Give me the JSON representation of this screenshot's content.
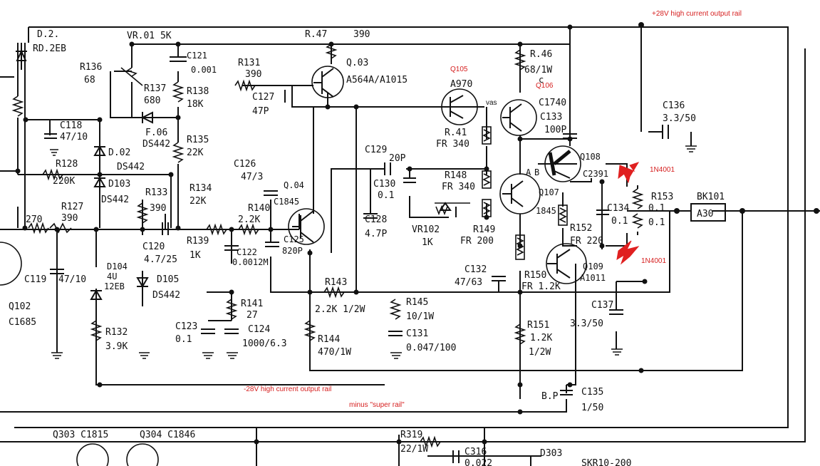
{
  "annotations": {
    "plus_rail": "+28V high current output rail",
    "minus_rail": "-28V high current output rail",
    "super_rail": "minus \"super rail\"",
    "q105": "Q105",
    "q106": "Q106",
    "vas": "vas",
    "diode_top": "1N4001",
    "diode_bottom": "1N4001",
    "annotation_color": "#e02020"
  },
  "labels": {
    "d_top": "D.2.",
    "rd2eb": "RD.2EB",
    "vr101": "VR.01 5K",
    "r136": "R136",
    "r136_val": "68",
    "c121": "C121",
    "c121_val": "0.001",
    "r137": "R137",
    "r137_val": "680",
    "r138": "R138",
    "r138_val": "18K",
    "f106": "F.06",
    "ds442_a": "DS442",
    "r135": "R135",
    "r135_val": "22K",
    "c118": "C118",
    "c118_val": "47/10",
    "d102": "D.02",
    "ds442_b": "DS442",
    "r128": "R128",
    "r128_val": "220K",
    "d103": "D103",
    "ds442_c": "DS442",
    "r127": "R127",
    "r127_val": "390",
    "r270": "270",
    "r133": "R133",
    "r133_val": "390",
    "r134": "R134",
    "r134_val": "22K",
    "c126": "C126",
    "c126_val": "47/3",
    "q104": "Q.04",
    "q104_part": "C1845",
    "r140": "R140",
    "r140_val": "2.2K",
    "c120": "C120",
    "c120_val": "4.7/25",
    "r139": "R139",
    "r139_val": "1K",
    "c122": "C122",
    "c122_val": "0.0012M",
    "c125": "C125",
    "c125_val": "820P",
    "c119": "C119",
    "c119_val": "47/10",
    "q102": "Q102",
    "q102_part": "C1685",
    "d104": "D104",
    "d104_val": "4U",
    "d104_val2": "12EB",
    "d105": "D105",
    "ds442_d": "DS442",
    "r132": "R132",
    "r132_val": "3.9K",
    "r141": "R141",
    "r141_val": "27",
    "c123": "C123",
    "c123_val": "0.1",
    "c124": "C124",
    "c124_val": "1000/6.3",
    "r147": "R.47",
    "r147_val": "390",
    "q103": "Q.03",
    "q103_part": "A564A/A1015",
    "r131": "R131",
    "r131_val": "390",
    "c127": "C127",
    "c127_val": "47P",
    "r143": "R143",
    "r143_val": "2.2K 1/2W",
    "r144": "R144",
    "r144_val": "470/1W",
    "c129": "C129",
    "c129_val": "20P",
    "c130": "C130",
    "c130_val": "0.1",
    "c128": "C128",
    "c128_val": "4.7P",
    "r145": "R145",
    "r145_val": "10/1W",
    "c131": "C131",
    "c131_val": "0.047/100",
    "vr102": "VR102",
    "vr102_val": "1K",
    "r146": "R.46",
    "r146_val": "68/1W",
    "q106_part": "C1740",
    "c133": "C133",
    "c133_val": "100P",
    "q105_part": "A970",
    "r141b": "R.41",
    "r141b_val": "FR 340",
    "r148": "R148",
    "r148_val": "FR 340",
    "r149": "R149",
    "r149_val": "FR 200",
    "q107": "Q107",
    "q107_part": "1845",
    "q108": "Q108",
    "q108_part": "C2391",
    "c132": "C132",
    "c132_val": "47/63",
    "r150": "R150",
    "r150_val": "FR 1.2K",
    "r152": "R152",
    "r152_val": "FR 220",
    "q109": "Q109",
    "q109_part": "A1011",
    "r151": "R151",
    "r151_val": "1.2K",
    "r151_val2": "1/2W",
    "c134": "C134",
    "c134_val": "0.1",
    "r153": "R153",
    "r153_val": "0.1",
    "r153_val2": "0.1",
    "bk101": "BK101",
    "a30": "A30",
    "c136": "C136",
    "c136_val": "3.3/50",
    "c137": "C137",
    "c137_val": "3.3/50",
    "c135_bp": "B.P",
    "c135": "C135",
    "c135_val": "1/50",
    "q303": "Q303 C1815",
    "q304": "Q304 C1846",
    "r319": "R319",
    "r319_val": "22/1W",
    "c316": "C316",
    "c316_val": "0.022",
    "d303": "D303",
    "skr": "SKR10-200",
    "mark_c": "c",
    "mark_b": "B",
    "mark_a": "A"
  }
}
